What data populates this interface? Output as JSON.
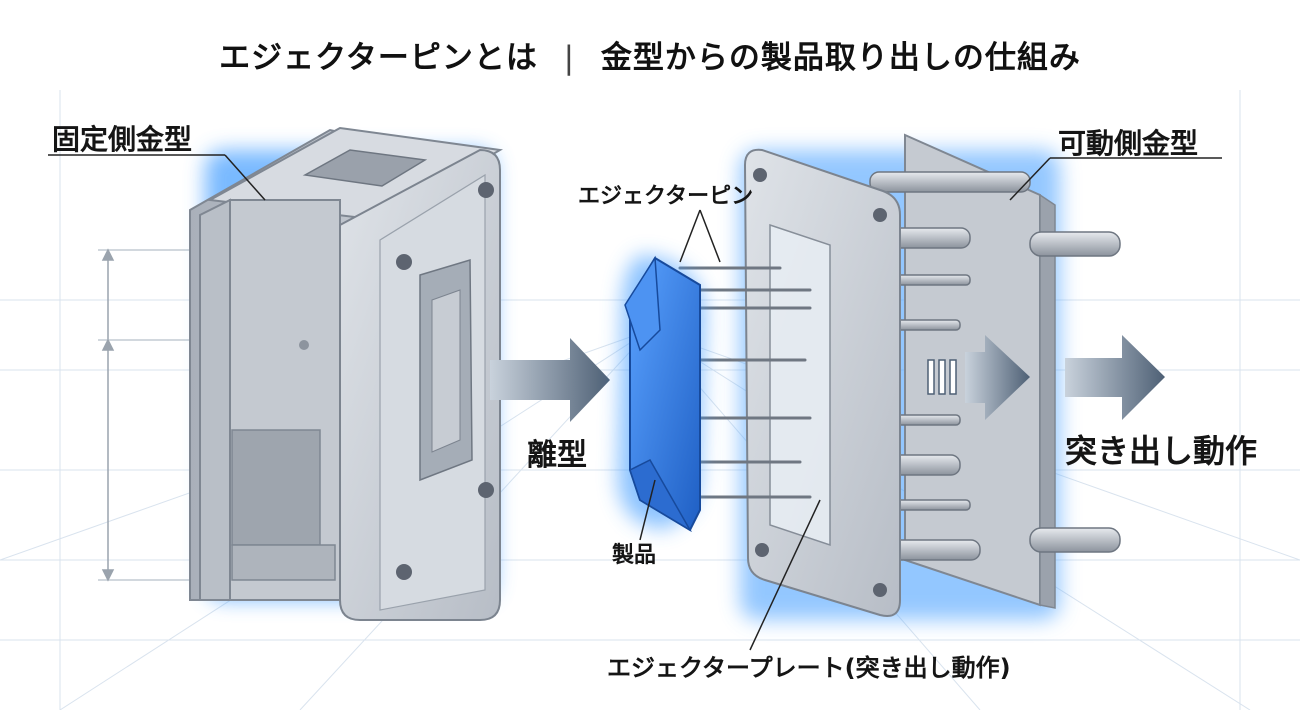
{
  "title": {
    "main": "エジェクターピンとは",
    "separator": "|",
    "sub": "金型からの製品取り出しの仕組み"
  },
  "labels": {
    "fixed_mold": "固定側金型",
    "moving_mold": "可動側金型",
    "ejector_pin": "エジェクターピン",
    "release": "離型",
    "product": "製品",
    "ejection_motion": "突き出し動作",
    "ejector_plate": "エジェクタープレート(突き出し動作)"
  },
  "colors": {
    "mold_body": "#c9cdd3",
    "mold_edge": "#8e949c",
    "glow": "#3f9bff",
    "product": "#2f78e0",
    "arrow": "#5d6e82"
  },
  "icons": {
    "release_arrow": "arrow-right-icon",
    "ejection_arrow": "arrow-right-icon",
    "motion_lines": "motion-lines-icon"
  }
}
